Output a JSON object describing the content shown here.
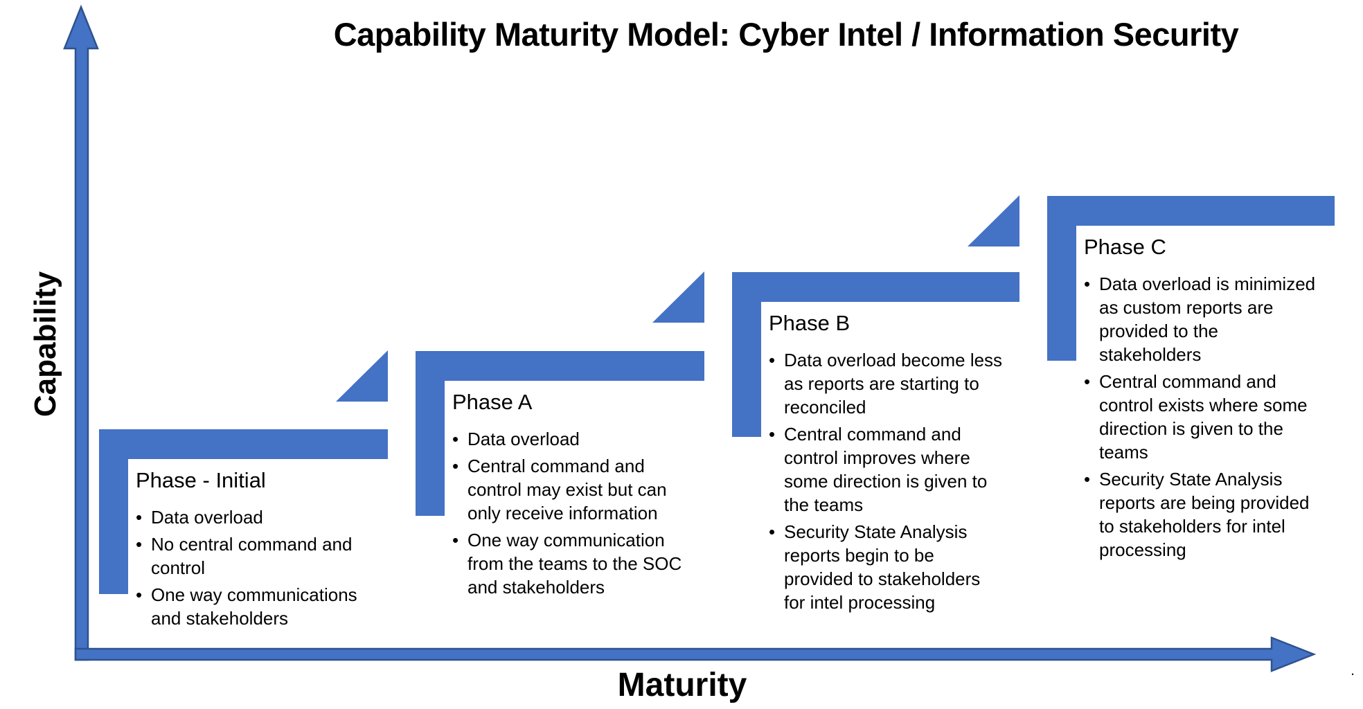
{
  "title": "Capability Maturity Model: Cyber Intel / Information Security",
  "axes": {
    "y_label": "Capability",
    "x_label": "Maturity"
  },
  "colors": {
    "step_fill": "#4472C4",
    "axis_fill": "#4472C4",
    "axis_border": "#2F528F",
    "text": "#000000"
  },
  "bullet_char": "•",
  "phases": [
    {
      "name": "Phase - Initial",
      "bullets": [
        "Data overload",
        "No central command and\ncontrol",
        "One way communications\nand stakeholders"
      ]
    },
    {
      "name": "Phase A",
      "bullets": [
        "Data overload",
        "Central command and\ncontrol may exist but can\nonly receive information",
        "One way communication\nfrom the teams to the SOC\nand stakeholders"
      ]
    },
    {
      "name": "Phase B",
      "bullets": [
        "Data overload become less\nas reports are starting to\nreconciled",
        "Central command and\ncontrol improves where\nsome direction is given to\nthe teams",
        "Security State Analysis\nreports begin to be\nprovided to stakeholders\nfor intel processing"
      ]
    },
    {
      "name": "Phase C",
      "bullets": [
        "Data overload is minimized\nas custom reports are\nprovided to the\nstakeholders",
        "Central command and\ncontrol exists where some\ndirection is given to the\nteams",
        "Security State Analysis\nreports are being provided\nto stakeholders for intel\nprocessing"
      ]
    }
  ],
  "stray_mark": "."
}
